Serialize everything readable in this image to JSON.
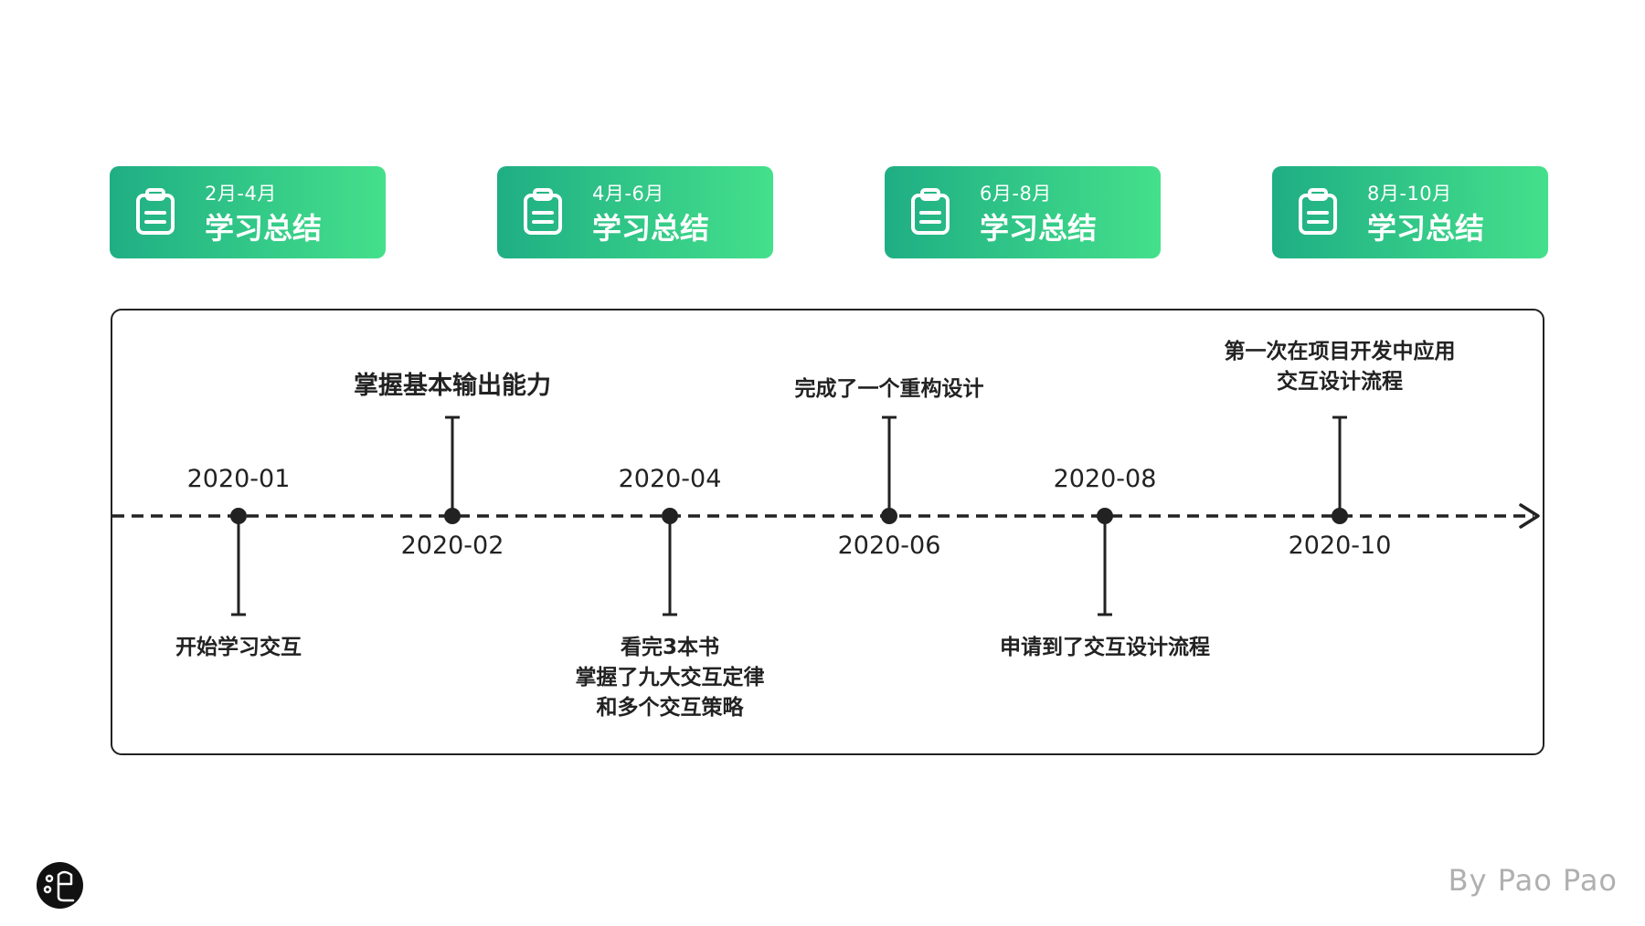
{
  "cards": [
    {
      "range": "2月-4月",
      "title": "学习总结"
    },
    {
      "range": "4月-6月",
      "title": "学习总结"
    },
    {
      "range": "6月-8月",
      "title": "学习总结"
    },
    {
      "range": "8月-10月",
      "title": "学习总结"
    }
  ],
  "timeline": {
    "dates": [
      "2020-01",
      "2020-02",
      "2020-04",
      "2020-06",
      "2020-08",
      "2020-10"
    ],
    "events": [
      {
        "text": "开始学习交互"
      },
      {
        "text": "掌握基本输出能力"
      },
      {
        "lines": [
          "看完3本书",
          "掌握了九大交互定律",
          "和多个交互策略"
        ]
      },
      {
        "text": "完成了一个重构设计"
      },
      {
        "text": "申请到了交互设计流程"
      },
      {
        "lines": [
          "第一次在项目开发中应用",
          "交互设计流程"
        ]
      }
    ]
  },
  "footer": {
    "avatar_glyph": "泡",
    "credit": "By Pao Pao"
  },
  "colors": {
    "gradient_start": "#1fae84",
    "gradient_end": "#44e08b",
    "line": "#222222",
    "credit": "#b0b0b0"
  }
}
